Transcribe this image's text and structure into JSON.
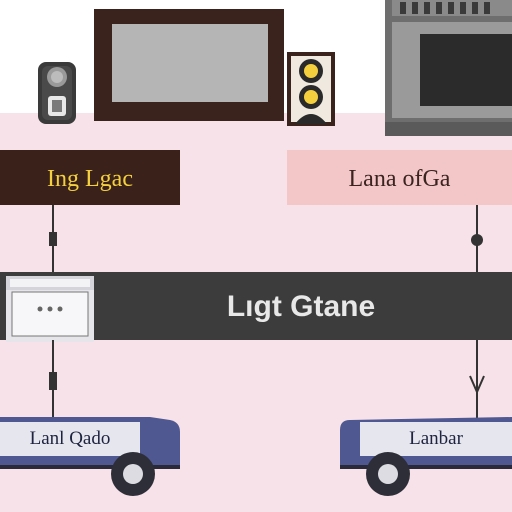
{
  "labels": {
    "left_header": "Ing Lgac",
    "right_header": "Lana ofGa",
    "center_band": "Lıgt Gtane",
    "truck_left": "Lanl Qado",
    "truck_right": "Lanbar"
  },
  "icons": [
    "camera-icon",
    "television-icon",
    "speaker-icon",
    "oven-icon",
    "stove-icon",
    "truck-icon"
  ],
  "colors": {
    "background": "#f6e2e8",
    "dark_band": "#3c3c3c",
    "left_header_fill": "#3a221a",
    "left_header_text": "#f4d03f",
    "right_header_fill": "#f3c6c8",
    "truck_fill": "#4f5890",
    "connector": "#333333"
  }
}
